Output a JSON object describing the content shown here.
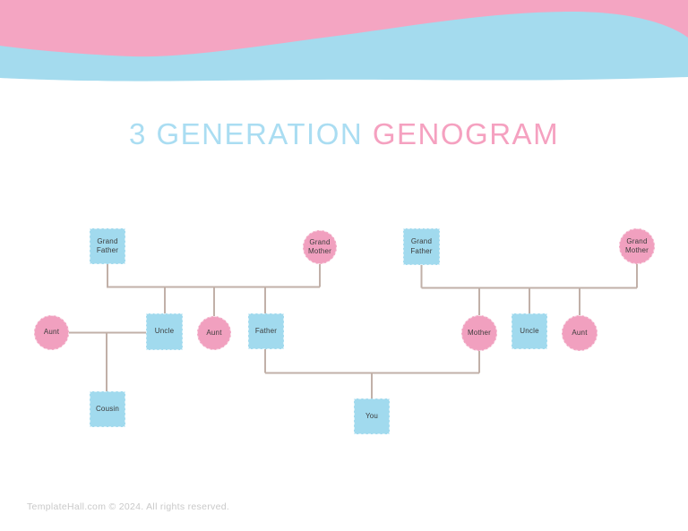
{
  "page": {
    "title_part1": "3 GENERATION ",
    "title_part2": "GENOGRAM",
    "footer": "TemplateHall.com © 2024. All rights reserved."
  },
  "colors": {
    "wave_pink": "#F4A5C2",
    "wave_blue": "#A4DBEE",
    "title_blue": "#AADDF2",
    "title_pink": "#F5A1C0",
    "male_shape_fill": "#A1DAEE",
    "female_shape_fill": "#F1A0BF",
    "connector_line": "#C1B0A8",
    "node_label_text": "#3C3C3C",
    "footer_text": "#C9C9C9"
  },
  "diagram": {
    "left_family": {
      "grandfather": "Grand Father",
      "grandmother": "Grand Mother",
      "aunt_married_in": "Aunt",
      "uncle": "Uncle",
      "aunt": "Aunt",
      "father": "Father",
      "cousin": "Cousin"
    },
    "right_family": {
      "grandfather": "Grand Father",
      "grandmother": "Grand Mother",
      "mother": "Mother",
      "uncle": "Uncle",
      "aunt": "Aunt"
    },
    "child": {
      "you": "You"
    }
  }
}
